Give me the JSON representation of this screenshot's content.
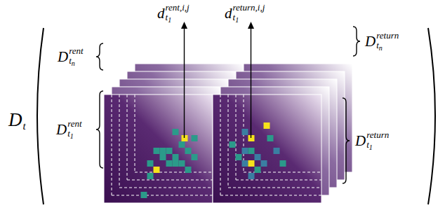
{
  "diagram": {
    "labels": [
      "d",
      "rent,i,j",
      "t",
      "1",
      "d",
      "return,i,j",
      "t",
      "1",
      "D",
      "rent",
      "t",
      "n",
      "D",
      "rent",
      "t",
      "1",
      "D",
      "return",
      "t",
      "n",
      "D",
      "return",
      "t",
      "1",
      "D",
      "t"
    ]
  }
}
